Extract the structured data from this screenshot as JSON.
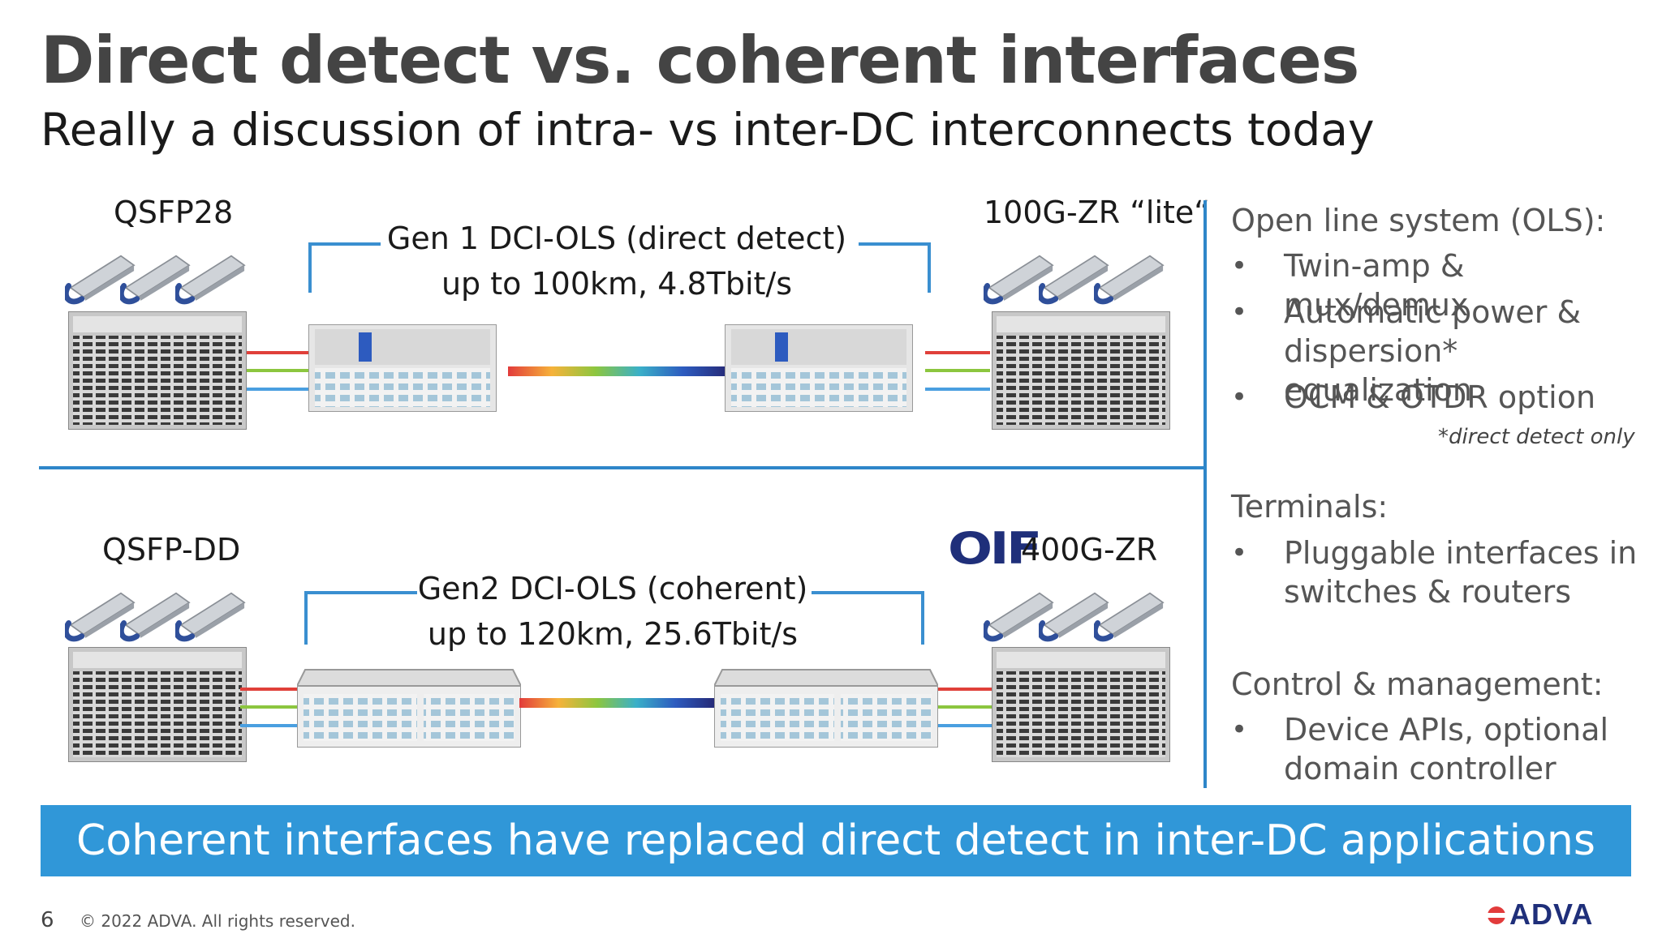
{
  "slide": {
    "title": "Direct detect vs. coherent interfaces",
    "subtitle": "Really a discussion of intra- vs inter-DC interconnects today",
    "banner": "Coherent interfaces have replaced direct detect in inter-DC applications",
    "page_number": "6",
    "copyright": "© 2022 ADVA. All rights reserved.",
    "logo_text": "ADVA",
    "accent_color": "#3097d8"
  },
  "top_row": {
    "left_module_label": "QSFP28",
    "right_module_label": "100G-ZR “lite“",
    "ols_line1": "Gen 1 DCI-OLS (direct detect)",
    "ols_line2": "up to 100km, 4.8Tbit/s"
  },
  "bottom_row": {
    "left_module_label": "QSFP-DD",
    "right_logo": "OIF",
    "right_module_label": "400G-ZR",
    "ols_line1": "Gen2 DCI-OLS (coherent)",
    "ols_line2": "up to 120km,  25.6Tbit/s"
  },
  "link_colors": [
    "#e0403a",
    "#8cc63f",
    "#4a9fe0"
  ],
  "right_panel": {
    "ols_heading": "Open line system (OLS):",
    "ols_items": [
      "Twin-amp & mux/demux",
      "Automatic power & dispersion* equalization",
      "OCM & OTDR option"
    ],
    "ols_note": "*direct detect only",
    "terminals_heading": "Terminals:",
    "terminals_items": [
      "Pluggable interfaces in switches & routers"
    ],
    "control_heading": "Control & management:",
    "control_items": [
      "Device APIs, optional domain controller"
    ],
    "bullet": "•"
  }
}
